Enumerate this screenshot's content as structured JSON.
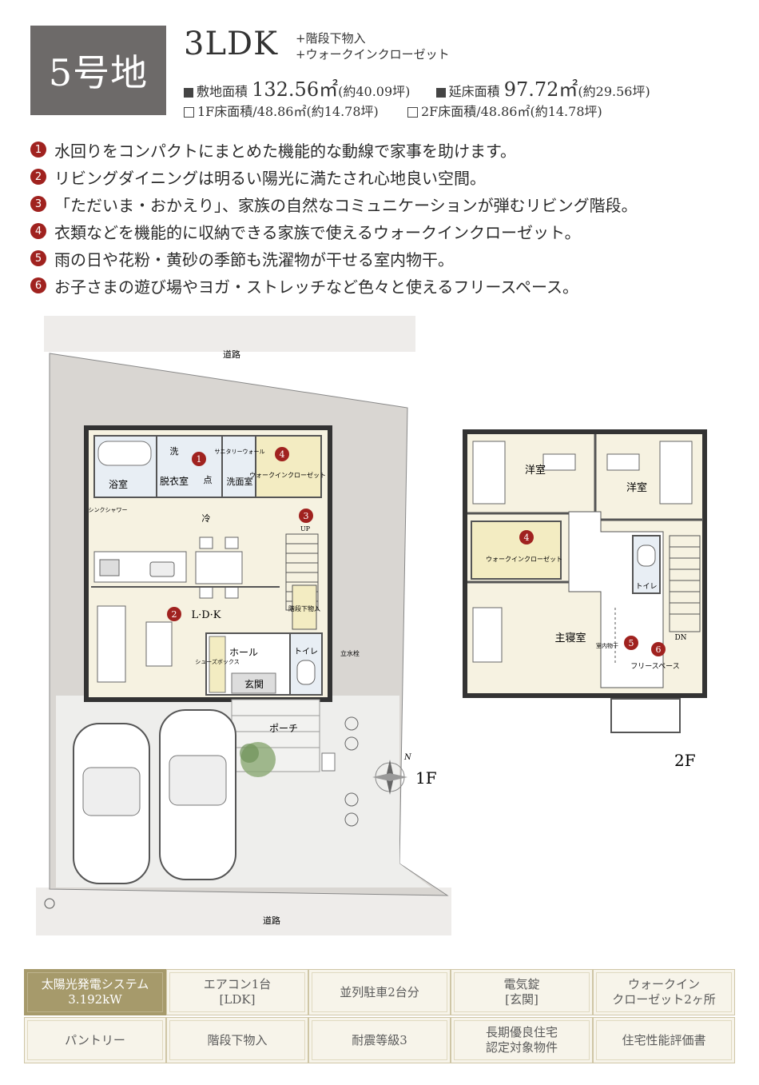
{
  "header": {
    "lot": "5号地",
    "layout": "3LDK",
    "extras": [
      "+階段下物入",
      "+ウォークインクローゼット"
    ],
    "site_area_label": "敷地面積",
    "site_area_value": "132.56㎡",
    "site_area_tsubo": "(約40.09坪)",
    "floor_area_label": "延床面積",
    "floor_area_value": "97.72㎡",
    "floor_area_tsubo": "(約29.56坪)",
    "f1_area": "1F床面積/48.86㎡(約14.78坪)",
    "f2_area": "2F床面積/48.86㎡(約14.78坪)"
  },
  "features": [
    {
      "num": "1",
      "text": "水回りをコンパクトにまとめた機能的な動線で家事を助けます。"
    },
    {
      "num": "2",
      "text": "リビングダイニングは明るい陽光に満たされ心地良い空間。"
    },
    {
      "num": "3",
      "text": "「ただいま・おかえり」、家族の自然なコミュニケーションが弾むリビング階段。"
    },
    {
      "num": "4",
      "text": "衣類などを機能的に収納できる家族で使えるウォークインクローゼット。"
    },
    {
      "num": "5",
      "text": "雨の日や花粉・黄砂の季節も洗濯物が干せる室内物干。"
    },
    {
      "num": "6",
      "text": "お子さまの遊び場やヨガ・ストレッチなど色々と使えるフリースペース。"
    }
  ],
  "plan1f": {
    "road_top": "道路",
    "road_bottom": "道路",
    "bath": "浴室",
    "wash": "洗",
    "dressing": "脱衣室",
    "sanitary": "サニタリーウォール",
    "washroom": "洗面室",
    "wic": "ウォークインクローゼット",
    "shower": "シンクシャワー",
    "cold": "冷",
    "point": "点",
    "up": "UP",
    "ldk": "L·D·K",
    "storage": "階段下物入",
    "hall": "ホール",
    "shoebox": "シューズボックス",
    "toilet": "トイレ",
    "entrance": "玄関",
    "porch": "ポーチ",
    "faucet": "立水栓",
    "floor": "1F",
    "north": "N",
    "badge1": "1",
    "badge2": "2",
    "badge3": "3",
    "badge4": "4"
  },
  "plan2f": {
    "western1": "洋室",
    "western2": "洋室",
    "wic": "ウォークインクローゼット",
    "toilet": "トイレ",
    "master": "主寝室",
    "drying": "室内物干",
    "free": "フリースペース",
    "dn": "DN",
    "floor": "2F",
    "badge4": "4",
    "badge5": "5",
    "badge6": "6"
  },
  "tiles": [
    {
      "l1": "太陽光発電システム",
      "l2": "3.192kW",
      "highlight": true
    },
    {
      "l1": "エアコン1台",
      "l2": "[LDK]"
    },
    {
      "l1": "並列駐車2台分",
      "l2": ""
    },
    {
      "l1": "電気錠",
      "l2": "[玄関]"
    },
    {
      "l1": "ウォークイン",
      "l2": "クローゼット2ヶ所"
    },
    {
      "l1": "パントリー",
      "l2": ""
    },
    {
      "l1": "階段下物入",
      "l2": ""
    },
    {
      "l1": "耐震等級3",
      "l2": ""
    },
    {
      "l1": "長期優良住宅",
      "l2": "認定対象物件"
    },
    {
      "l1": "住宅性能評価書",
      "l2": ""
    }
  ],
  "colors": {
    "badge": "#a0221f",
    "lot_bg": "#6d6a69",
    "site_gray": "#d9d6d2",
    "room_cream": "#f6f2e1",
    "wic_yellow": "#f3ecc2",
    "tile_gold": "#a69a6b"
  }
}
